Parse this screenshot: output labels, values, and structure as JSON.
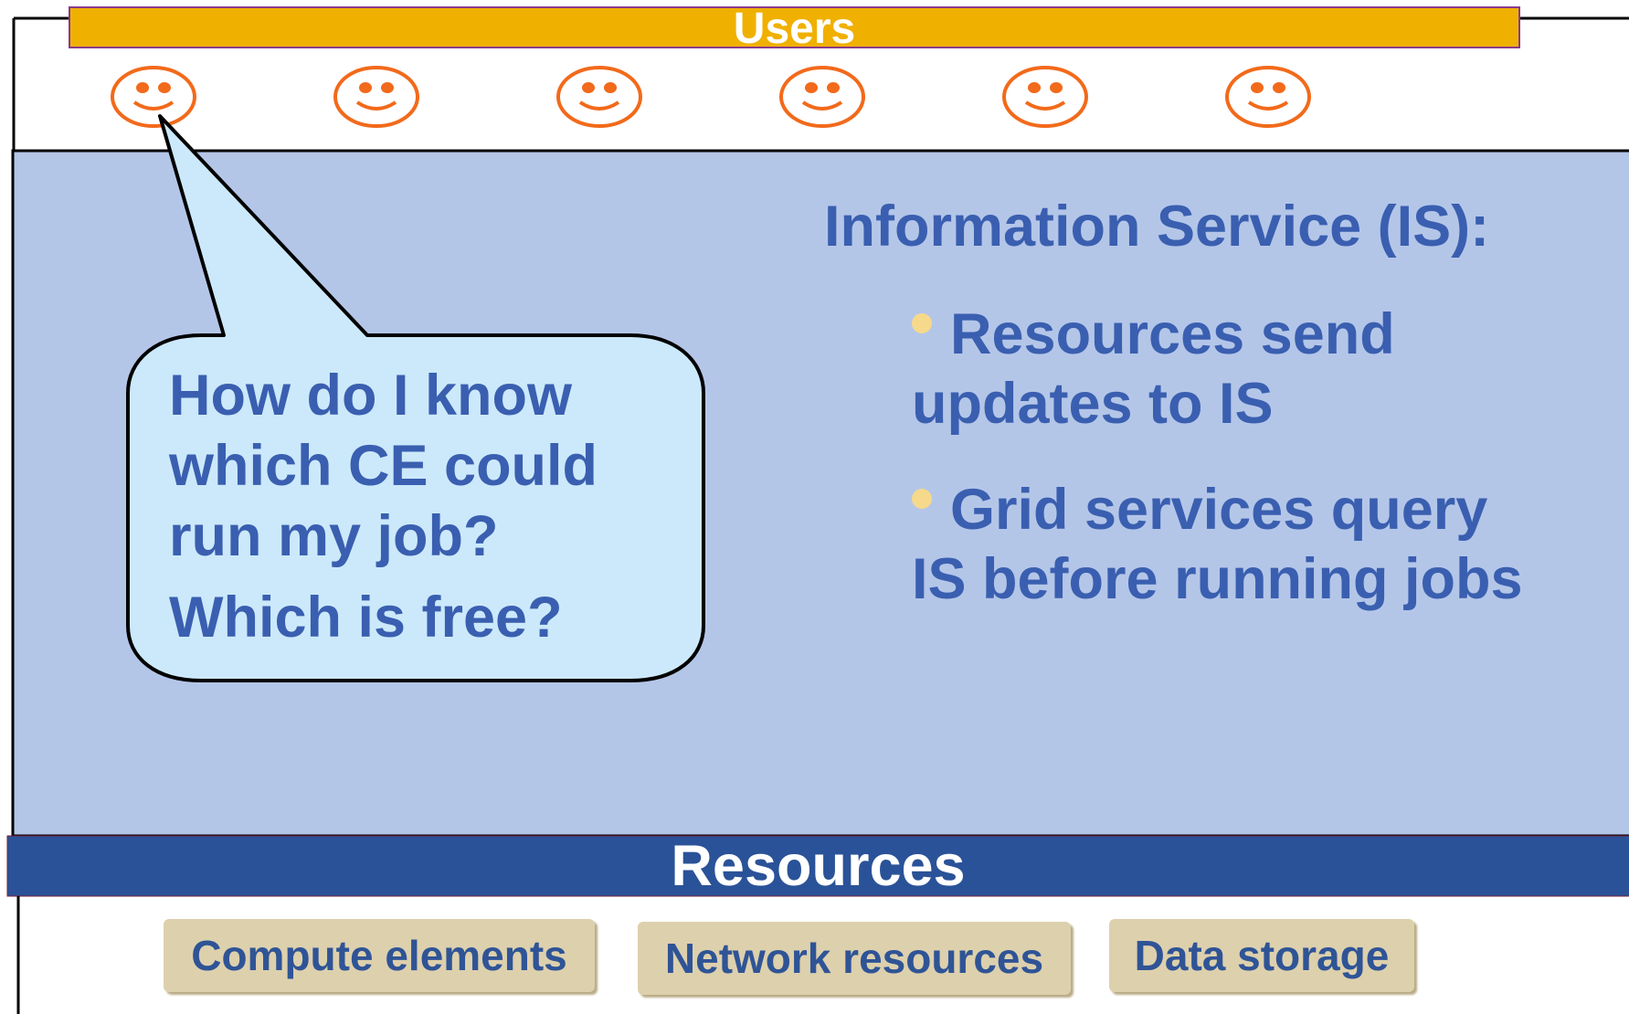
{
  "users": {
    "title": "Users",
    "count": 6
  },
  "information_service": {
    "title": "Information Service (IS):",
    "bullets": [
      {
        "line1": "Resources send",
        "line2": "updates to IS"
      },
      {
        "line1": "Grid services query",
        "line2": "IS before running jobs"
      }
    ]
  },
  "speech_bubble": {
    "lines": [
      "How do I know",
      "which CE could",
      "run my job?",
      "Which is free?"
    ]
  },
  "resources": {
    "title": "Resources",
    "items": [
      "Compute elements",
      "Network resources",
      "Data storage"
    ]
  },
  "colors": {
    "users_bar": "#f0b000",
    "users_bar_border": "#8a3a8a",
    "middle_panel": "#b4c6e8",
    "resources_bar": "#2a5298",
    "text_blue": "#3a5fb0",
    "smiley": "#f26a1b",
    "bubble_fill": "#cce9fb",
    "bullet_dot": "#f6d98a",
    "resource_button": "#ddd0ad"
  },
  "icons": {
    "user": "smiley-face-icon",
    "bullet": "bullet-dot-icon"
  }
}
